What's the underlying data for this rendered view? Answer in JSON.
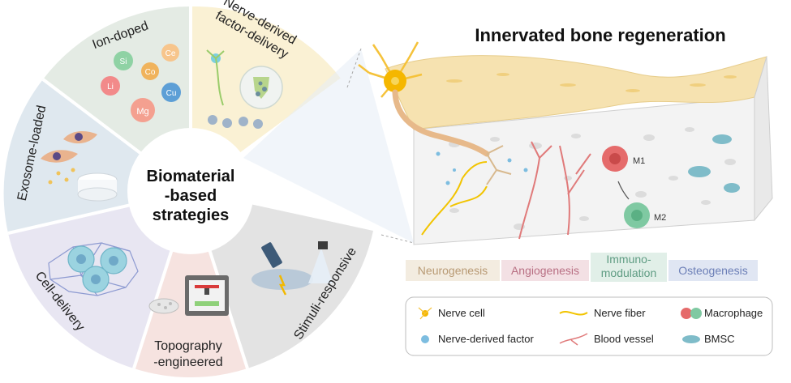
{
  "wheel": {
    "center_title": [
      "Biomaterial",
      "-based",
      "strategies"
    ],
    "segments": [
      {
        "id": "ion",
        "label": "Ion-doped",
        "color": "#e4ebe4"
      },
      {
        "id": "nerve",
        "label": [
          "Nerve-derived",
          "factor-delivery"
        ],
        "color": "#faf1d4"
      },
      {
        "id": "exosome",
        "label": "Exosome-loaded",
        "color": "#dfe8ef"
      },
      {
        "id": "cell",
        "label": "Cell-delivery",
        "color": "#e8e6f2"
      },
      {
        "id": "topography",
        "label": [
          "Topography",
          "-engineered"
        ],
        "color": "#f6e3e0"
      },
      {
        "id": "stimuli",
        "label": "Stimuli-responsive",
        "color": "#e3e3e3"
      }
    ],
    "ions": [
      "Si",
      "Ce",
      "Co",
      "Li",
      "Cu",
      "Mg"
    ]
  },
  "panel": {
    "title": "Innervated bone regeneration",
    "macrophage_states": [
      "M1",
      "M2"
    ],
    "processes": [
      {
        "label": "Neurogenesis",
        "color": "#f3ece0",
        "text_color": "#b89a74"
      },
      {
        "label": "Angiogenesis",
        "color": "#f3e0e4",
        "text_color": "#b86f83"
      },
      {
        "label": [
          "Immuno-",
          "modulation"
        ],
        "color": "#e1efe8",
        "text_color": "#5f9c83"
      },
      {
        "label": "Osteogenesis",
        "color": "#e0e6f3",
        "text_color": "#6c7fb7"
      }
    ]
  },
  "legend": {
    "items": [
      {
        "icon": "nerve-cell-icon",
        "label": "Nerve cell"
      },
      {
        "icon": "nerve-fiber-icon",
        "label": "Nerve fiber"
      },
      {
        "icon": "macrophage-icon",
        "label": "Macrophage"
      },
      {
        "icon": "nerve-derived-factor-icon",
        "label": "Nerve-derived factor"
      },
      {
        "icon": "blood-vessel-icon",
        "label": "Blood vessel"
      },
      {
        "icon": "bmsc-icon",
        "label": "BMSC"
      }
    ]
  },
  "colors": {
    "bone_top": "#f6e2b0",
    "bone_body": "#f2f2f2",
    "nerve_fiber": "#f2c400",
    "blood_vessel": "#e07a7a",
    "bmsc": "#7fbcc9",
    "neuron": "#f5b700"
  }
}
